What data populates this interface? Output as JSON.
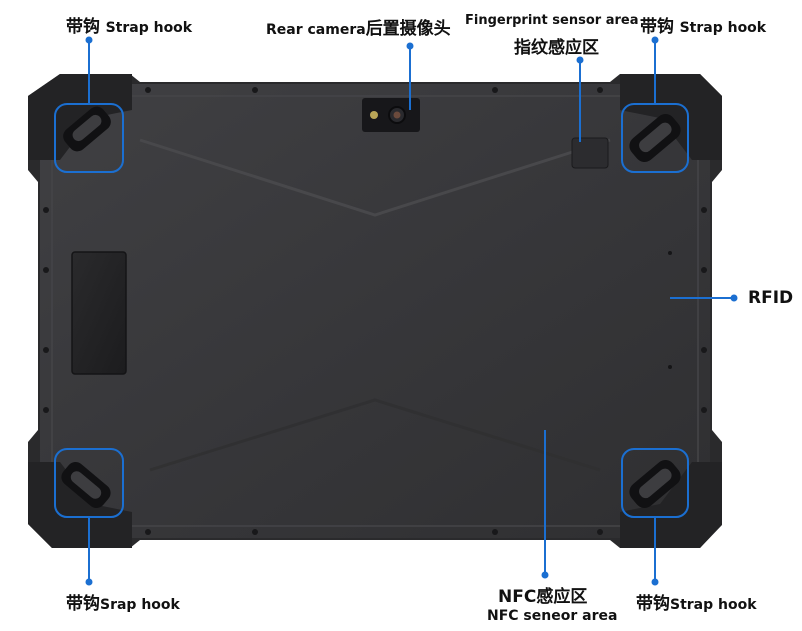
{
  "labels": {
    "strap_hook_top_left": {
      "zh": "带钩",
      "en": "Strap hook"
    },
    "rear_camera": {
      "en": "Rear camera",
      "zh": "后置摄像头"
    },
    "fingerprint": {
      "en": "Fingerprint sensor area",
      "zh": "指纹感应区"
    },
    "strap_hook_top_right": {
      "zh": "带钩",
      "en": "Strap hook"
    },
    "rfid": {
      "en": "RFID"
    },
    "strap_hook_bottom_left": {
      "zh": "带钩",
      "en": "Srap hook"
    },
    "nfc": {
      "zh": "NFC感应区",
      "en": "NFC seneor area"
    },
    "strap_hook_bottom_right": {
      "zh": "带钩",
      "en": "Strap hook"
    }
  },
  "colors": {
    "callout": "#1b6fd1",
    "body": "#3a3a3c",
    "body_dark": "#1f1f21",
    "bumper": "#2b2b2d",
    "background": "#ffffff"
  }
}
